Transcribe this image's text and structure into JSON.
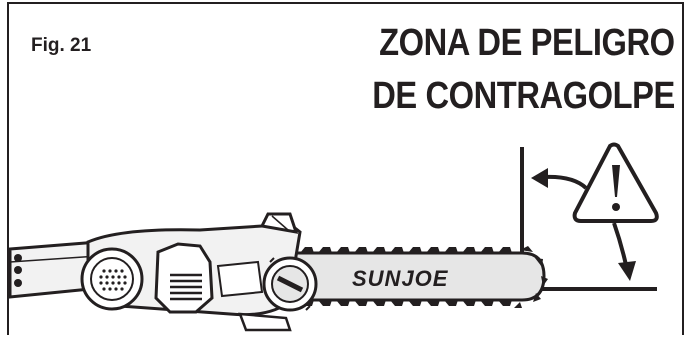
{
  "figure": {
    "label": "Fig. 21",
    "title_line1": "ZONA DE PELIGRO",
    "title_line2": "DE CONTRAGOLPE",
    "brand": "SUNJOE"
  },
  "icons": [
    "warning-triangle-icon",
    "curved-arrow-icon",
    "pole-saw-illustration"
  ],
  "colors": {
    "ink": "#231f20",
    "body_fill": "#f2f2f2",
    "bar_fill": "#e6e6e6"
  }
}
